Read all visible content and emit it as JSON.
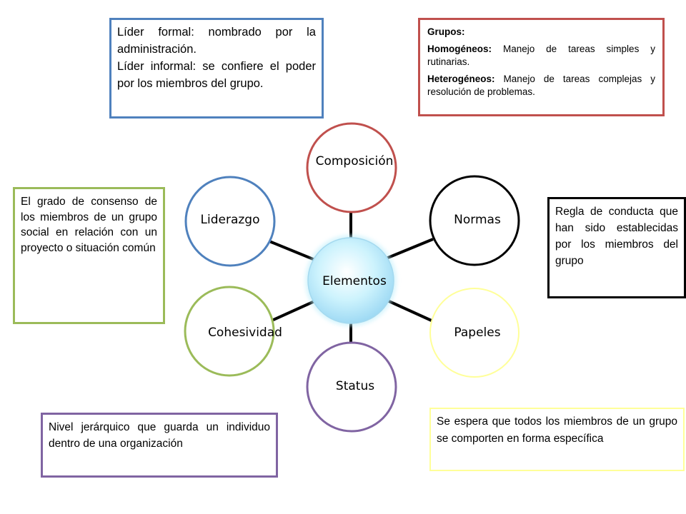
{
  "diagram": {
    "center": {
      "label": "Elementos",
      "fill": "#bfeffb",
      "stroke": "#a4d9ef"
    },
    "nodes": [
      {
        "id": "composicion",
        "label": "Composición",
        "color": "#c0504d"
      },
      {
        "id": "normas",
        "label": "Normas",
        "color": "#000000"
      },
      {
        "id": "papeles",
        "label": "Papeles",
        "color": "#ffff99"
      },
      {
        "id": "status",
        "label": "Status",
        "color": "#8064a2"
      },
      {
        "id": "cohesividad",
        "label": "Cohesividad",
        "color": "#9bbb59"
      },
      {
        "id": "liderazgo",
        "label": "Liderazgo",
        "color": "#4f81bd"
      }
    ]
  },
  "boxes": {
    "leader": {
      "line1": "Líder formal: nombrado por la administración.",
      "line2": "Líder informal: se confiere el poder por los miembros del grupo.",
      "color": "#4f81bd"
    },
    "groups": {
      "title": "Grupos:",
      "homogeneous_label": "Homogéneos:",
      "homogeneous_text": " Manejo de tareas simples y rutinarias.",
      "heterogeneous_label": "Heterogéneos:",
      "heterogeneous_text": " Manejo de tareas complejas y resolución de problemas.",
      "color": "#c0504d"
    },
    "cohesion": {
      "text": "El grado de consenso de los miembros de un grupo social en relación con un proyecto o situación común",
      "color": "#9bbb59"
    },
    "norms": {
      "text": "Regla de conducta que han sido establecidas por los miembros del grupo",
      "color": "#000000"
    },
    "status": {
      "text": "Nivel jerárquico que guarda un individuo dentro de una organización",
      "color": "#8064a2"
    },
    "roles": {
      "text": "Se espera que todos los miembros de un grupo se comporten en forma específica",
      "color": "#ffff99"
    }
  }
}
